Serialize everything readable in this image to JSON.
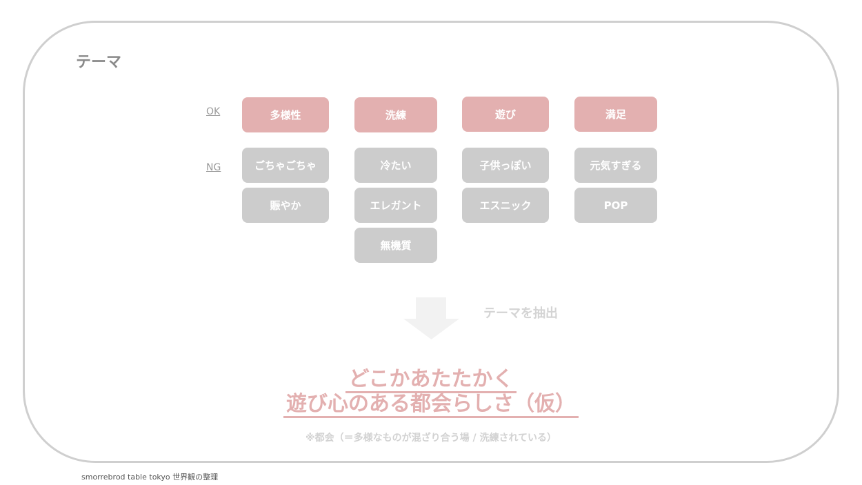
{
  "title": "テーマ",
  "labels": {
    "ok": "OK",
    "ng": "NG"
  },
  "columns": [
    {
      "ok": "多様性",
      "ng": [
        "ごちゃごちゃ",
        "賑やか"
      ]
    },
    {
      "ok": "洗練",
      "ng": [
        "冷たい",
        "エレガント",
        "無機質"
      ]
    },
    {
      "ok": "遊び",
      "ng": [
        "子供っぽい",
        "エスニック"
      ]
    },
    {
      "ok": "満足",
      "ng": [
        "元気すぎる",
        "POP"
      ]
    }
  ],
  "extract_label": "テーマを抽出",
  "headline": {
    "line1": "どこかあたたかく",
    "line2": "遊び心のある都会らしさ（仮）"
  },
  "note": "※都会（＝多様なものが混ざり合う場 / 洗練されている）",
  "footer": "smorrebrod table tokyo 世界観の整理",
  "colors": {
    "ok": "#e3b0b0",
    "ng": "#cccccc",
    "frame": "#cfcfcf"
  }
}
